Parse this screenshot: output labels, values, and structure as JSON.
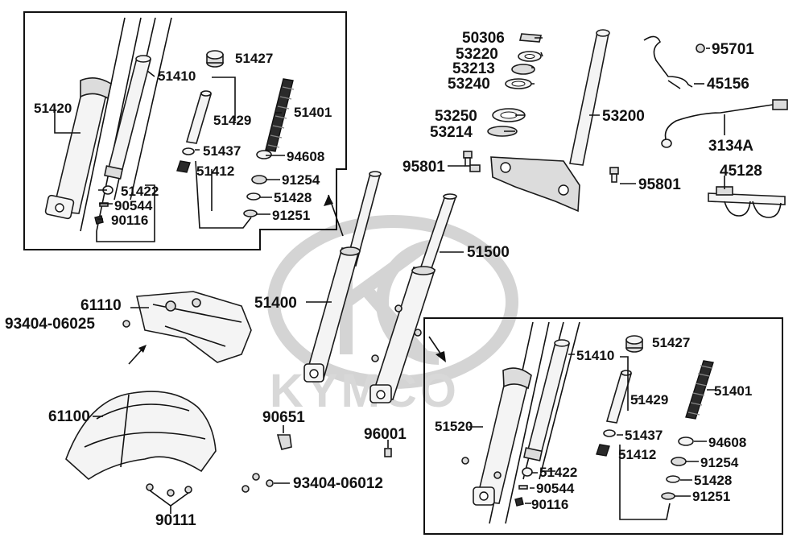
{
  "watermark": {
    "brand": "KYMCO"
  },
  "labels": {
    "p51427a": "51427",
    "p51410a": "51410",
    "p51420": "51420",
    "p51429a": "51429",
    "p51401a": "51401",
    "p51437a": "51437",
    "p94608a": "94608",
    "p51412a": "51412",
    "p91254a": "91254",
    "p51422a": "51422",
    "p51428a": "51428",
    "p90544a": "90544",
    "p91251a": "91251",
    "p90116a": "90116",
    "p50306": "50306",
    "p53220": "53220",
    "p53213": "53213",
    "p53240": "53240",
    "p53250": "53250",
    "p53214": "53214",
    "p53200": "53200",
    "p95801a": "95801",
    "p95801b": "95801",
    "p95701": "95701",
    "p45156": "45156",
    "p3134A": "3134A",
    "p45128": "45128",
    "p51500": "51500",
    "p51400": "51400",
    "p61110": "61110",
    "p93404_06025": "93404-06025",
    "p61100": "61100",
    "p90651": "90651",
    "p96001": "96001",
    "p93404_06012": "93404-06012",
    "p90111": "90111",
    "p51427b": "51427",
    "p51410b": "51410",
    "p51520": "51520",
    "p51429b": "51429",
    "p51401b": "51401",
    "p51437b": "51437",
    "p51412b": "51412",
    "p94608b": "94608",
    "p91254b": "91254",
    "p51422b": "51422",
    "p51428b": "51428",
    "p90544b": "90544",
    "p91251b": "91251",
    "p90116b": "90116"
  }
}
